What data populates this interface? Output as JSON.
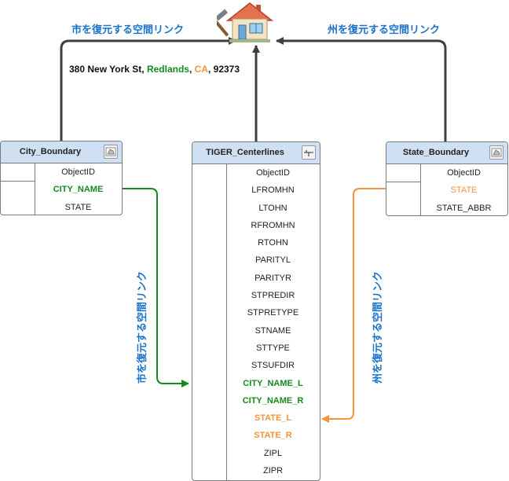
{
  "labels": {
    "top_left": "市を復元する空間リンク",
    "top_right": "州を復元する空間リンク",
    "left_vertical": "市を復元する空間リンク",
    "right_vertical": "州を復元する空間リンク"
  },
  "address": {
    "street": "380 New York St, ",
    "city": "Redlands",
    "sep1": ", ",
    "state": "CA",
    "sep2": ", ",
    "zip": "92373"
  },
  "tables": {
    "city_boundary": {
      "title": "City_Boundary",
      "icon": "polygon-icon",
      "fields": [
        "ObjectID",
        "CITY_NAME",
        "STATE"
      ]
    },
    "tiger": {
      "title": "TIGER_Centerlines",
      "icon": "line-icon",
      "fields": [
        "ObjectID",
        "LFROMHN",
        "LTOHN",
        "RFROMHN",
        "RTOHN",
        "PARITYL",
        "PARITYR",
        "STPREDIR",
        "STPRETYPE",
        "STNAME",
        "STTYPE",
        "STSUFDIR",
        "CITY_NAME_L",
        "CITY_NAME_R",
        "STATE_L",
        "STATE_R",
        "ZIPL",
        "ZIPR"
      ]
    },
    "state_boundary": {
      "title": "State_Boundary",
      "icon": "polygon-icon",
      "fields": [
        "ObjectID",
        "STATE",
        "STATE_ABBR"
      ]
    }
  },
  "colors": {
    "city_link": "#148a1e",
    "state_link": "#f7923a",
    "arrow": "#3a3f45",
    "label_blue": "#1a73c9",
    "header_fill": "#cfe0f5"
  }
}
